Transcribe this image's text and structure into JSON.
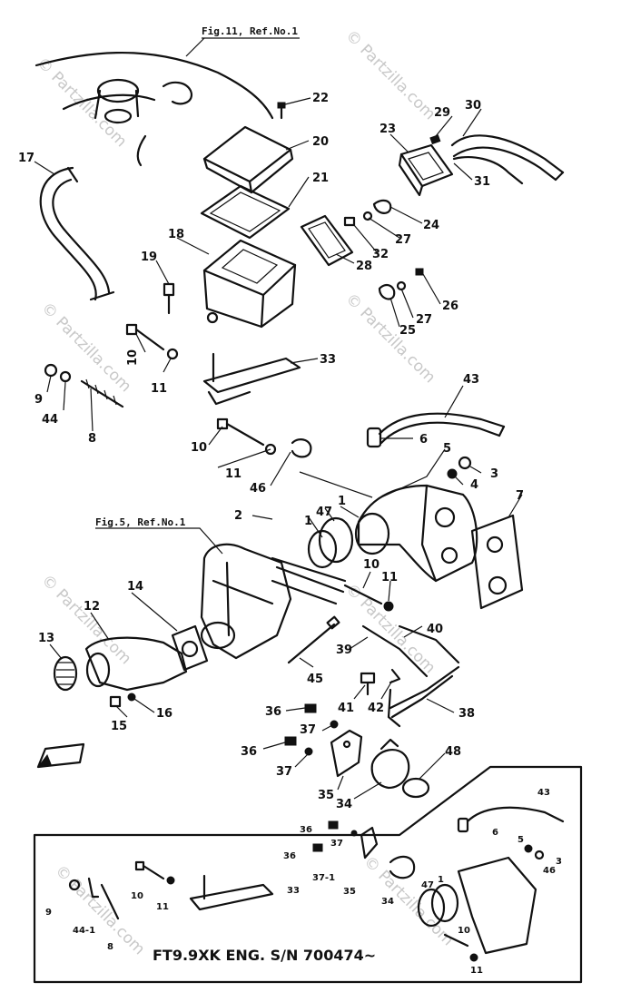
{
  "references": {
    "top": "Fig.11, Ref.No.1",
    "mid": "Fig.5, Ref.No.1"
  },
  "watermark": "© Partzilla.com",
  "caption": "FT9.9XK ENG. S/N 700474~",
  "callouts": {
    "n1": "1",
    "n2": "2",
    "n3": "3",
    "n4": "4",
    "n5": "5",
    "n6": "6",
    "n7": "7",
    "n8": "8",
    "n9": "9",
    "n10": "10",
    "n11": "11",
    "n12": "12",
    "n13": "13",
    "n14": "14",
    "n15": "15",
    "n16": "16",
    "n17": "17",
    "n18": "18",
    "n19": "19",
    "n20": "20",
    "n21": "21",
    "n22": "22",
    "n23": "23",
    "n24": "24",
    "n25": "25",
    "n26": "26",
    "n27": "27",
    "n28": "28",
    "n29": "29",
    "n30": "30",
    "n31": "31",
    "n32": "32",
    "n33": "33",
    "n34": "34",
    "n35": "35",
    "n36": "36",
    "n37": "37",
    "n38": "38",
    "n39": "39",
    "n40": "40",
    "n41": "41",
    "n42": "42",
    "n43": "43",
    "n44": "44",
    "n45": "45",
    "n46": "46",
    "n47": "47",
    "n48": "48",
    "n44_1": "44-1",
    "n37_1": "37-1"
  }
}
